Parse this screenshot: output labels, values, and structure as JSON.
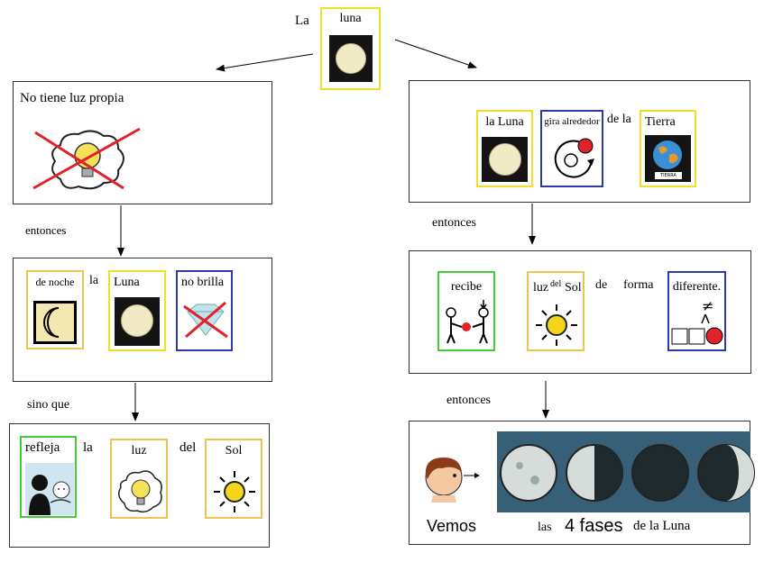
{
  "top": {
    "word_la": "La",
    "card_luna": "luna"
  },
  "left": {
    "box1": {
      "text": "No tiene luz propia"
    },
    "connector1": "entonces",
    "box2": {
      "card_de_noche": "de noche",
      "word_la": "la",
      "card_luna": "Luna",
      "card_no_brilla": "no brilla"
    },
    "connector2": "sino que",
    "box3": {
      "card_refleja": "refleja",
      "word_la": "la",
      "card_luz": "luz",
      "word_del": "del",
      "card_sol": "Sol"
    }
  },
  "right": {
    "box1": {
      "card_la_luna": "la Luna",
      "card_gira": "gira alrededor",
      "word_de_la": "de la",
      "card_tierra": "Tierra",
      "earth_tag": "TIERRA"
    },
    "connector1": "entonces",
    "box2": {
      "card_recibe": "recibe",
      "card_luz": "luz",
      "card_del": "del",
      "card_sol": "Sol",
      "word_de": "de",
      "word_forma": "forma",
      "card_diferente": "diferente."
    },
    "connector2": "entonces",
    "box3": {
      "word_vemos": "Vemos",
      "word_las": "las",
      "word_4_fases": "4 fases",
      "word_de_la_luna": "de la Luna"
    }
  },
  "colors": {
    "yellow_border": "#f1e02a",
    "blue_border": "#2b3aa8",
    "green_border": "#40cf3a",
    "orange_border": "#efc24d",
    "red": "#e0222a"
  },
  "icons": [
    "moon-icon",
    "lightbulb-icon",
    "crescent-moon-icon",
    "diamond-icon",
    "sun-icon",
    "orbit-icon",
    "earth-icon",
    "people-exchange-icon",
    "different-icon",
    "reflect-person-icon",
    "boy-looking-icon",
    "moon-phases-icon"
  ]
}
